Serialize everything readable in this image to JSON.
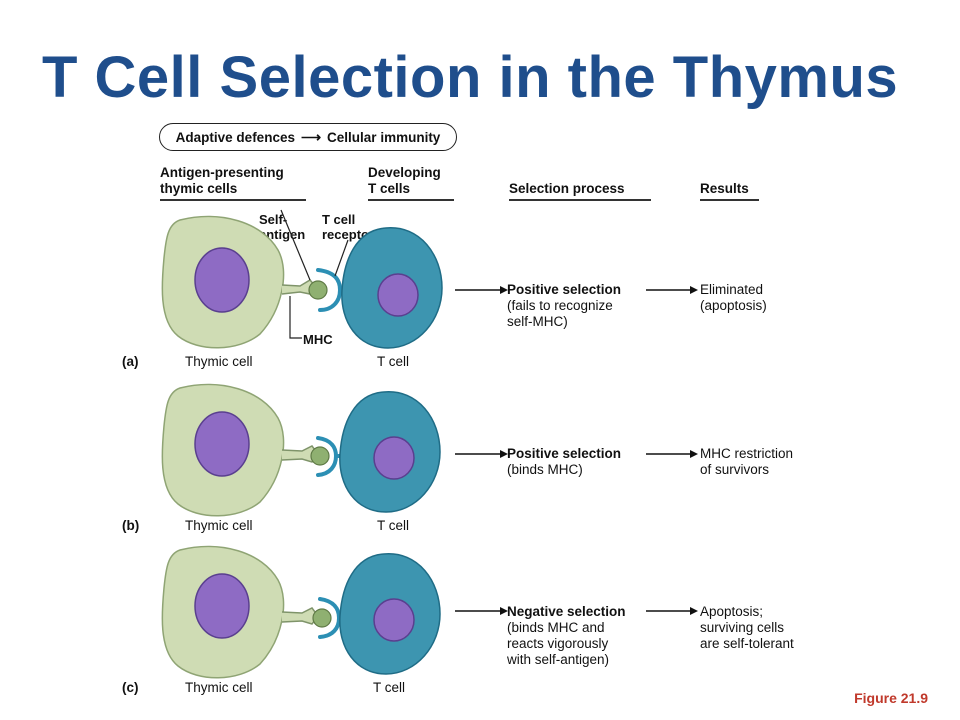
{
  "title": "T Cell Selection in the Thymus",
  "pathway": {
    "from": "Adaptive defences",
    "to": "Cellular immunity"
  },
  "headers": {
    "presenting": "Antigen-presenting\nthymic cells",
    "developing": "Developing\nT cells",
    "process": "Selection process",
    "results": "Results"
  },
  "callouts": {
    "self_antigen": "Self-\nantigen",
    "tcr": "T cell\nreceptor",
    "mhc": "MHC"
  },
  "rows": [
    {
      "tag": "(a)",
      "left_cell": "Thymic cell",
      "right_cell": "T cell",
      "process_title": "Positive selection",
      "process_detail": "(fails to recognize\nself-MHC)",
      "result": "Eliminated\n(apoptosis)"
    },
    {
      "tag": "(b)",
      "left_cell": "Thymic cell",
      "right_cell": "T cell",
      "process_title": "Positive selection",
      "process_detail": "(binds MHC)",
      "result": "MHC restriction\nof survivors"
    },
    {
      "tag": "(c)",
      "left_cell": "Thymic cell",
      "right_cell": "T cell",
      "process_title": "Negative selection",
      "process_detail": "(binds MHC and\nreacts vigorously\nwith self-antigen)",
      "result": "Apoptosis;\nsurviving cells\nare self-tolerant"
    }
  ],
  "figure_label": "Figure 21.9",
  "colors": {
    "title": "#1f4e8c",
    "thymic_cell": "#cfdcb4",
    "t_cell": "#3d95b0",
    "nucleus": "#8e6bc4",
    "figure_label": "#c0392b"
  }
}
